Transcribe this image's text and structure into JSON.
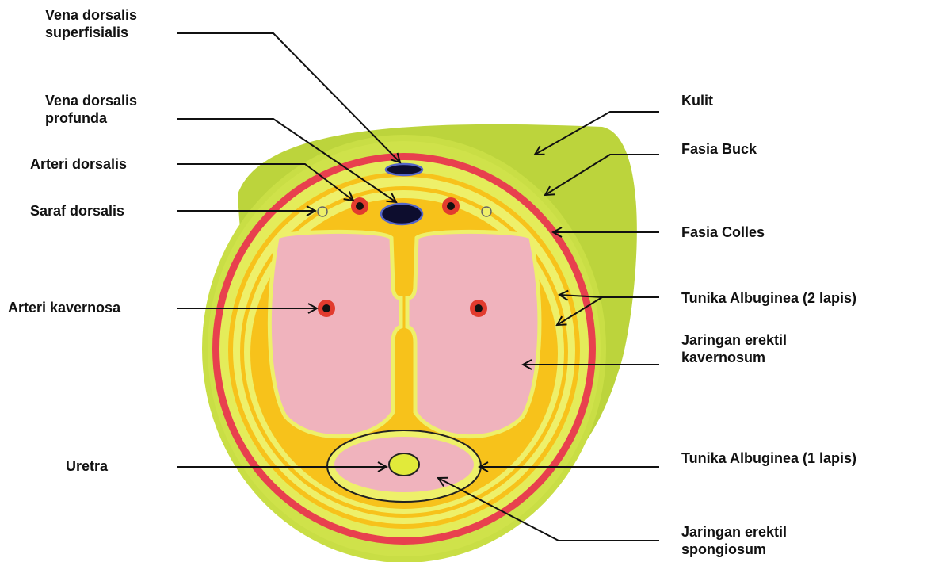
{
  "colors": {
    "skin_outer": "#b9d23a",
    "skin_inner": "#cfe24a",
    "buck_fascia": "#e8404e",
    "colles_layer": "#f7c21b",
    "pale_band": "#eef06a",
    "erectile_tissue": "#f0b3bd",
    "vein": "#0d0d2e",
    "vein_rim": "#5566c8",
    "artery": "#e23b2e",
    "urethra": "#e1ea3a",
    "arrow": "#111111"
  },
  "labels": {
    "vena_superfisialis": [
      "Vena dorsalis",
      "superfisialis"
    ],
    "vena_profunda": [
      "Vena dorsalis",
      "profunda"
    ],
    "arteri_dorsalis": "Arteri dorsalis",
    "saraf_dorsalis": "Saraf dorsalis",
    "arteri_kavernosa": "Arteri kavernosa",
    "uretra": "Uretra",
    "kulit": "Kulit",
    "fasia_buck": "Fasia Buck",
    "fasia_colles": "Fasia Colles",
    "tunika_2": "Tunika Albuginea (2 lapis)",
    "jaringan_kavernosum": [
      "Jaringan erektil",
      "kavernosum"
    ],
    "tunika_1": "Tunika Albuginea (1 lapis)",
    "jaringan_spongiosum": [
      "Jaringan erektil",
      "spongiosum"
    ]
  }
}
